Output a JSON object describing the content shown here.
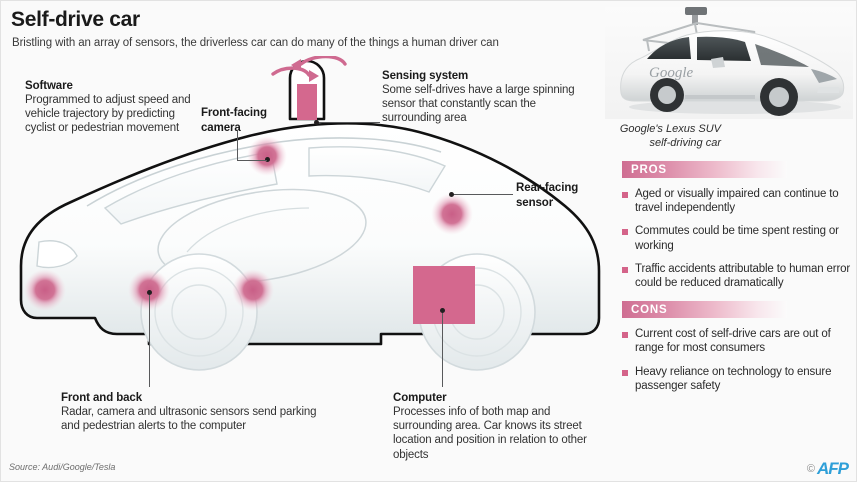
{
  "header": {
    "title": "Self-drive car",
    "subtitle": "Bristling with an array of sensors, the driverless car can do many of the things a human driver can"
  },
  "callouts": [
    {
      "id": "software",
      "title": "Software",
      "body": "Programmed to adjust speed and vehicle trajectory by predicting cyclist or pedestrian movement"
    },
    {
      "id": "front-facing-camera",
      "title": "Front-facing camera",
      "body": ""
    },
    {
      "id": "sensing-system",
      "title": "Sensing system",
      "body": "Some self-drives have a large spinning sensor that constantly scan the surrounding area"
    },
    {
      "id": "rear-facing-sensor",
      "title": "Rear-facing sensor",
      "body": ""
    },
    {
      "id": "front-and-back",
      "title": "Front and back",
      "body": "Radar, camera and ultrasonic sensors send parking and pedestrian alerts to the computer"
    },
    {
      "id": "computer",
      "title": "Computer",
      "body": "Processes info of both map and surrounding area. Car knows its street location and position in relation to other objects"
    }
  ],
  "photo": {
    "caption_line1": "Google's Lexus SUV",
    "caption_line2": "self-driving car",
    "alt": "white Lexus SUV self-driving car with roof mounted spinning sensor"
  },
  "panel": {
    "pros_label": "PROS",
    "cons_label": "CONS",
    "pros": [
      "Aged or visually impaired can continue to travel independently",
      "Commutes could be time spent resting or working",
      "Traffic accidents attributable to human error could be reduced dramatically"
    ],
    "cons": [
      "Current cost of self-drive cars are out of range for most consumers",
      "Heavy reliance on technology to ensure passenger safety"
    ]
  },
  "footer": {
    "source": "Source: Audi/Google/Tesla",
    "copyright": "©",
    "agency": "AFP"
  },
  "colors": {
    "accent_pink": "#d4638a",
    "sensor_pink": "#d06b91",
    "background": "#fafafa",
    "afp_blue": "#2e9fd8"
  },
  "car_diagram": {
    "sensor_spots": [
      {
        "name": "roof-sensor-pod",
        "type": "rect"
      },
      {
        "name": "front-bumper-sensor",
        "type": "glow"
      },
      {
        "name": "front-wheel-sensor",
        "type": "glow"
      },
      {
        "name": "mid-body-sensor",
        "type": "glow"
      },
      {
        "name": "roof-camera-sensor",
        "type": "glow"
      },
      {
        "name": "rear-window-sensor",
        "type": "glow"
      },
      {
        "name": "computer-module",
        "type": "rect"
      }
    ],
    "rotation_indicator": "spinning-arrows"
  }
}
